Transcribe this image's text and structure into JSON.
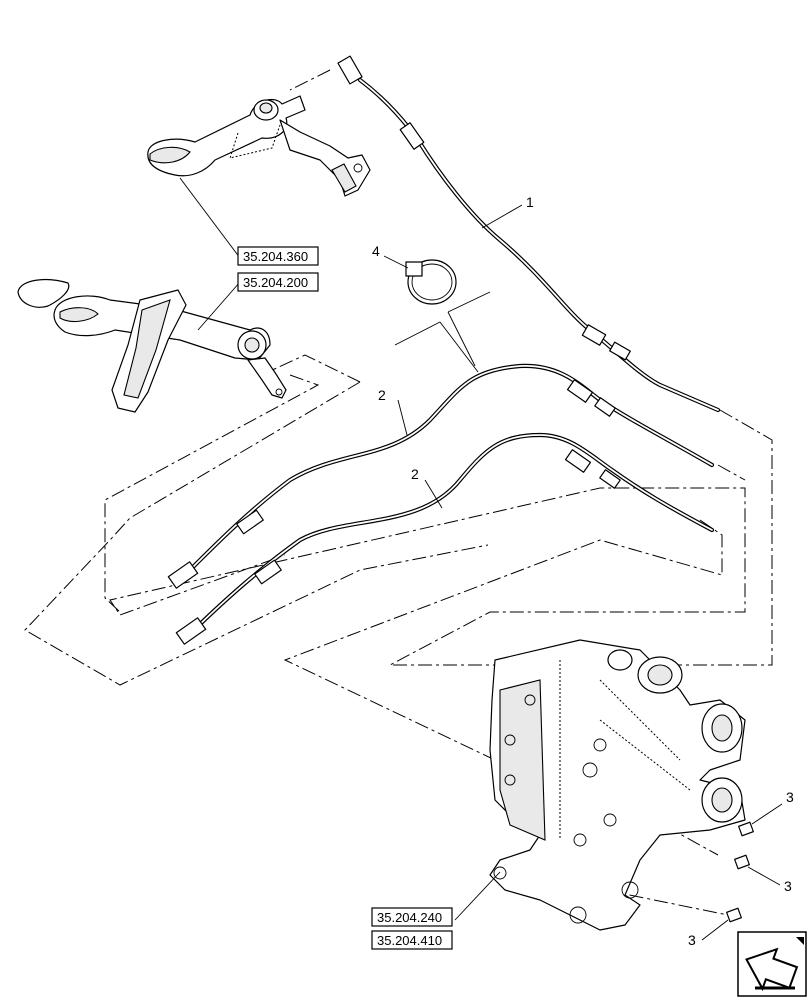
{
  "callouts": {
    "cable_main": "1",
    "cable_a": "2",
    "cable_b": "2",
    "tie_strap": "4",
    "nut_1": "3",
    "nut_2": "3",
    "nut_3": "3"
  },
  "references": {
    "ref_1": "35.204.360",
    "ref_2": "35.204.200",
    "ref_3": "35.204.240",
    "ref_4": "35.204.410"
  },
  "icons": {
    "nav": "arrow-corner-icon"
  }
}
